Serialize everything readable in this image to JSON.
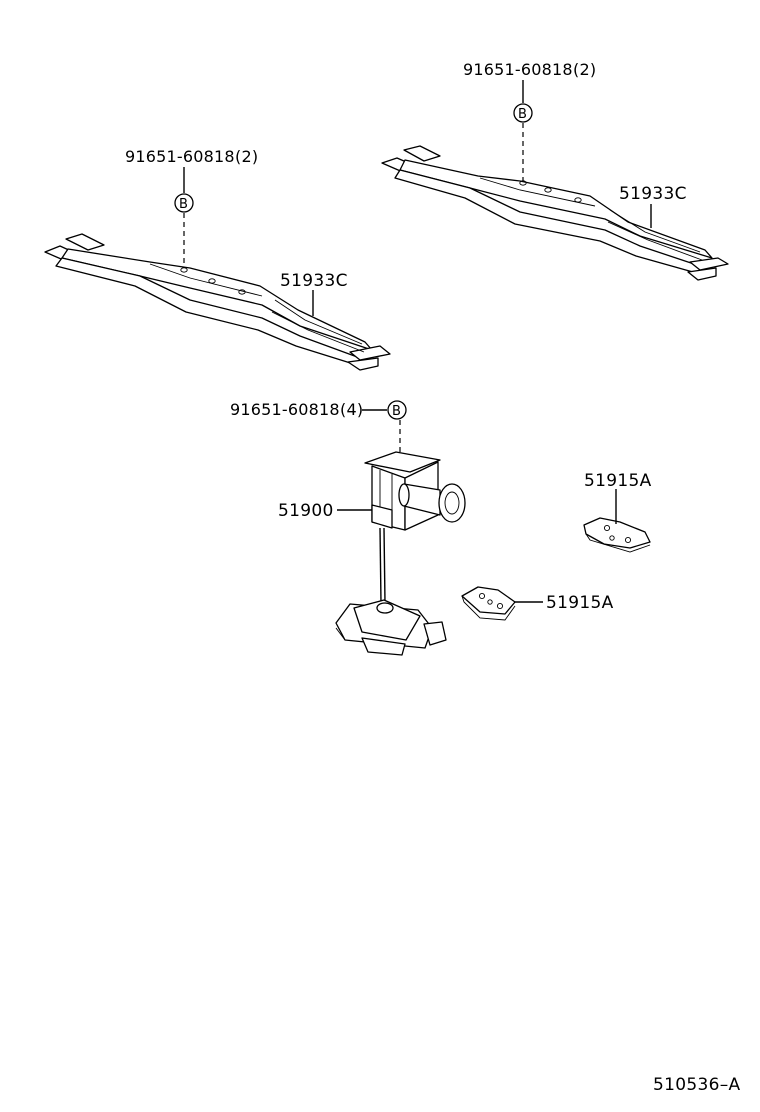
{
  "callouts": {
    "bolt_top_right": {
      "part_no": "91651-60818",
      "qty": "(2)",
      "symbol": "B"
    },
    "bolt_top_left": {
      "part_no": "91651-60818",
      "qty": "(2)",
      "symbol": "B"
    },
    "bolt_carrier": {
      "part_no": "91651-60818",
      "qty": "(4)",
      "symbol": "B"
    },
    "crossmember_right": "51933C",
    "crossmember_left": "51933C",
    "carrier": "51900",
    "bracket_upper": "51915A",
    "bracket_lower": "51915A"
  },
  "figure_code": "510536–A"
}
